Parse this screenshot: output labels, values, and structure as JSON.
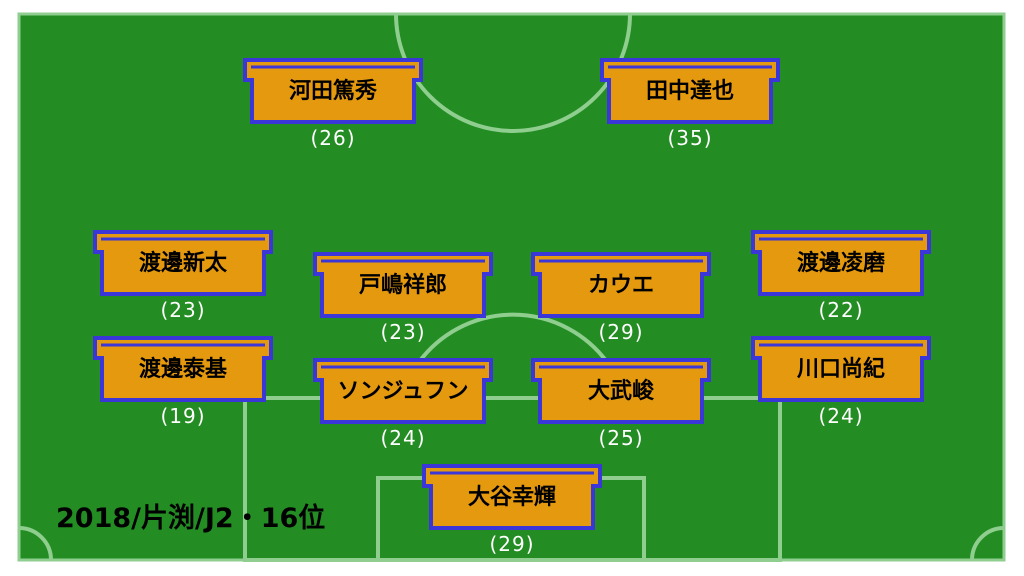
{
  "colors": {
    "pitch": "#238d23",
    "line": "#8fce8f",
    "shirt_fill": "#e4990f",
    "shirt_border": "#3a36d8",
    "age_text": "#ffffff"
  },
  "players": [
    {
      "name": "河田篤秀",
      "age": "(26)"
    },
    {
      "name": "田中達也",
      "age": "(35)"
    },
    {
      "name": "渡邊新太",
      "age": "(23)"
    },
    {
      "name": "戸嶋祥郎",
      "age": "(23)"
    },
    {
      "name": "カウエ",
      "age": "(29)"
    },
    {
      "name": "渡邊凌磨",
      "age": "(22)"
    },
    {
      "name": "渡邊泰基",
      "age": "(19)"
    },
    {
      "name": "ソンジュフン",
      "age": "(24)"
    },
    {
      "name": "大武峻",
      "age": "(25)"
    },
    {
      "name": "川口尚紀",
      "age": "(24)"
    },
    {
      "name": "大谷幸輝",
      "age": "(29)"
    }
  ],
  "caption": "2018/片渕/J2・16位"
}
